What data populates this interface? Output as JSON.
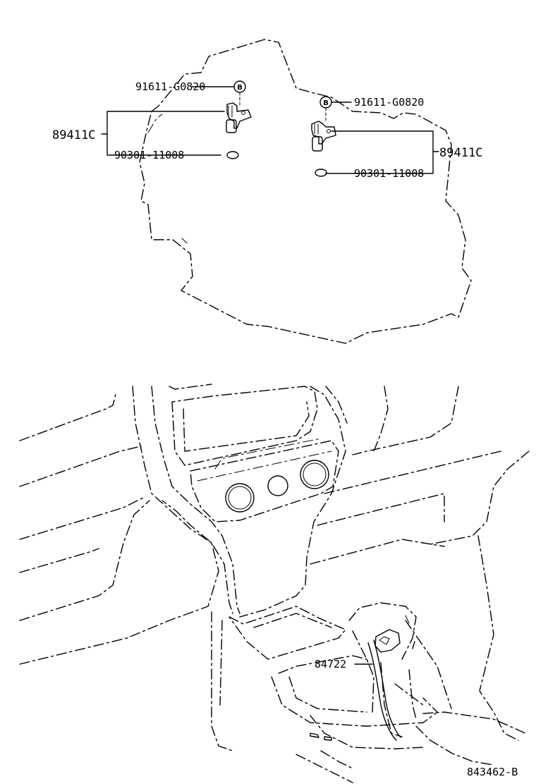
{
  "top_view": {
    "left_sensor": {
      "bolt_part": "91611-G0820",
      "bolt_badge": "B",
      "sensor_part": "89411C",
      "oring_part": "90301-11008"
    },
    "right_sensor": {
      "bolt_part": "91611-G0820",
      "bolt_badge": "B",
      "sensor_part": "89411C",
      "oring_part": "90301-11008"
    }
  },
  "bottom_view": {
    "switch_part": "84722"
  },
  "diagram_id": "843462-B"
}
